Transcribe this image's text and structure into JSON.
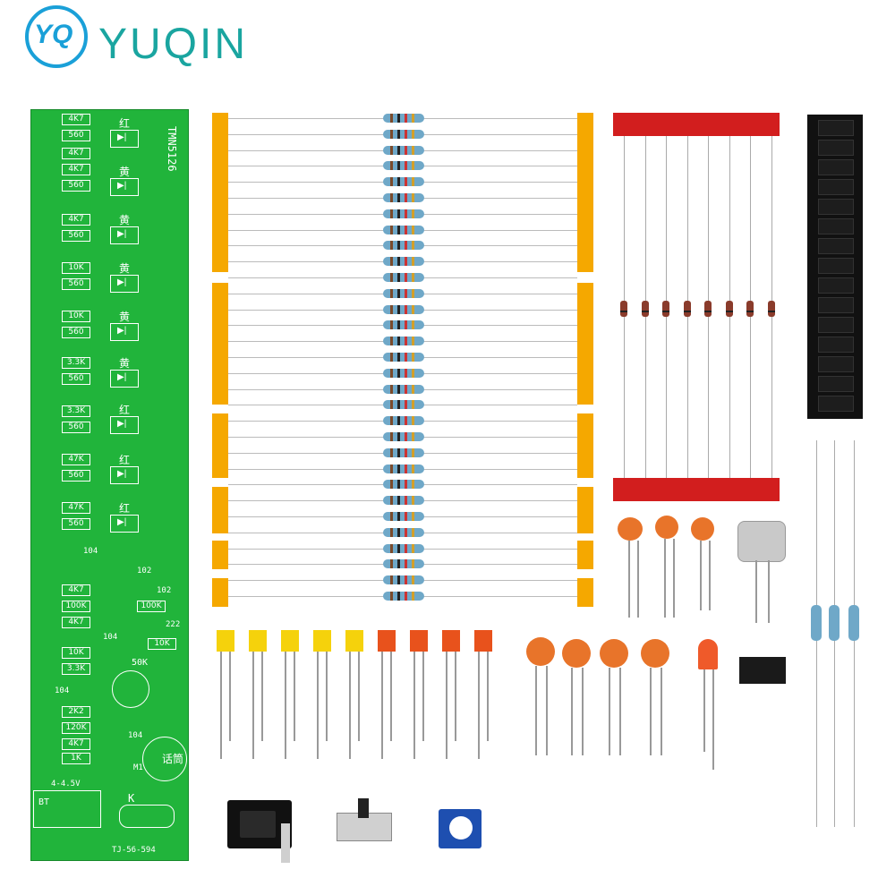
{
  "brand": {
    "logo_mark": "YQ",
    "name": "YUQIN",
    "color": "#1aa5a0"
  },
  "pcb": {
    "color": "#21b43b",
    "model": "TMN5126",
    "part_number": "TJ-56-594",
    "power": "4-4.5V",
    "battery_label": "BT",
    "mic_label": "M1",
    "mic_text": "话筒",
    "switch_label": "K",
    "pot_label": "50K",
    "resistors": [
      "4K7",
      "560",
      "4K7",
      "4K7",
      "560",
      "4K7",
      "560",
      "10K",
      "560",
      "10K",
      "560",
      "3.3K",
      "560",
      "3.3K",
      "560",
      "47K",
      "560",
      "47K",
      "560",
      "4K7",
      "100K",
      "4K7",
      "10K",
      "3.3K",
      "2K2",
      "120K",
      "4K7",
      "1K"
    ],
    "resistors_right": [
      "100K",
      "10K"
    ],
    "caps": [
      "104",
      "102",
      "102",
      "222",
      "104",
      "104",
      "104"
    ],
    "led_colors": [
      "红",
      "黄",
      "黄",
      "黄",
      "黄",
      "黄",
      "红",
      "红",
      "红"
    ]
  }
}
